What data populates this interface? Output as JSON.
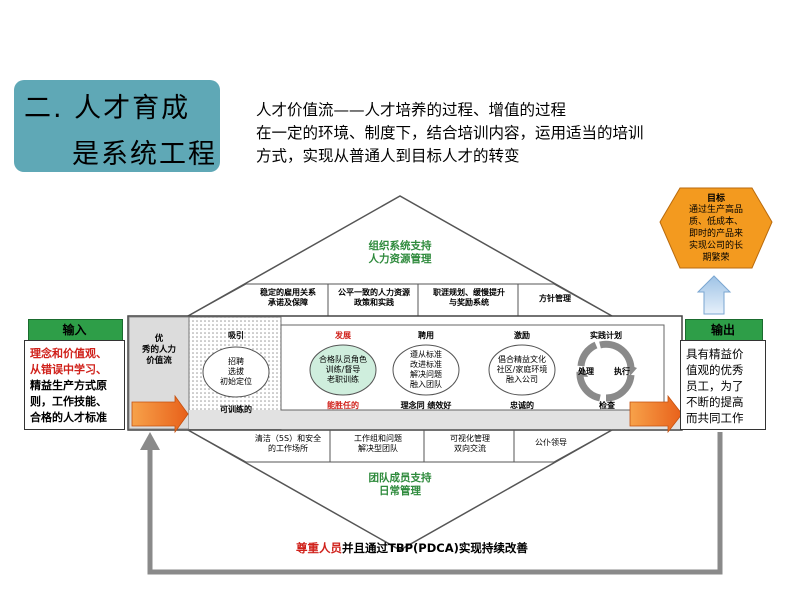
{
  "title": {
    "line1": "二. 人才育成",
    "line2": "是系统工程"
  },
  "intro": {
    "line1": "人才价值流——人才培养的过程、增值的过程",
    "line2": "在一定的环境、制度下，结合培训内容，运用适当的培训",
    "line3": "方式，实现从普通人到目标人才的转变"
  },
  "goal": {
    "label": "目标",
    "text_lines": [
      "通过生产高品",
      "质、低成本、",
      "即时的产品来",
      "实现公司的长",
      "期繁荣"
    ]
  },
  "org_support": {
    "line1": "组织系统支持",
    "line2": "人力资源管理"
  },
  "top_cells": [
    {
      "line1": "稳定的雇用关系",
      "line2": "承诺及保障"
    },
    {
      "line1": "公平一致的人力资源",
      "line2": "政策和实践"
    },
    {
      "line1": "职涯规划、缓慢提升",
      "line2": "与奖励系统"
    },
    {
      "line1": "方针管理",
      "line2": ""
    }
  ],
  "input": {
    "label": "输入",
    "lines_red": [
      "理念和价值观、",
      "从错误中学习、"
    ],
    "lines_black": [
      "精益生产方式原",
      "则，工作技能、",
      "合格的人才标准"
    ]
  },
  "output": {
    "label": "输出",
    "lines": [
      "具有精益价",
      "值观的优秀",
      "员工，为了",
      "不断的提高",
      "而共同工作"
    ]
  },
  "flow_label": {
    "lines": [
      "优",
      "秀的人力",
      "价值流"
    ]
  },
  "stages": [
    {
      "header": "吸引",
      "circle": [
        "招聘",
        "选拔",
        "初始定位"
      ],
      "result": "可训练的",
      "highlight": false
    },
    {
      "header": "发展",
      "circle": [
        "合格队员角色",
        "训练/督导",
        "老职训练"
      ],
      "result": "能胜任的",
      "highlight": true
    },
    {
      "header": "聘用",
      "circle": [
        "遵从标准",
        "改进标准",
        "解决问题",
        "融入团队"
      ],
      "result": "理念同  绩效好",
      "highlight": false
    },
    {
      "header": "激励",
      "circle": [
        "倡合精益文化",
        "社区/家庭环境",
        "融入公司"
      ],
      "result": "忠诚的",
      "highlight": false
    }
  ],
  "pdca": {
    "header": "实践计划",
    "do": "执行",
    "act": "处理",
    "check": "检查"
  },
  "bottom_cells": [
    {
      "line1": "清洁（5S）和安全",
      "line2": "的工作场所"
    },
    {
      "line1": "工作组和问题",
      "line2": "解决型团队"
    },
    {
      "line1": "可视化管理",
      "line2": "双向交流"
    },
    {
      "line1": "公仆领导",
      "line2": ""
    }
  ],
  "team_support": {
    "line1": "团队成员支持",
    "line2": "日常管理"
  },
  "footer": {
    "red": "尊重人员",
    "black": "并且通过TBP(PDCA)实现持续改善"
  },
  "colors": {
    "title_bg": "#5fa8b6",
    "goal_fill": "#f39a1f",
    "green_head": "#2e9e48",
    "green_text": "#2e8a3c",
    "red_text": "#d0211b",
    "arrow_orange": "#f07c1e"
  }
}
